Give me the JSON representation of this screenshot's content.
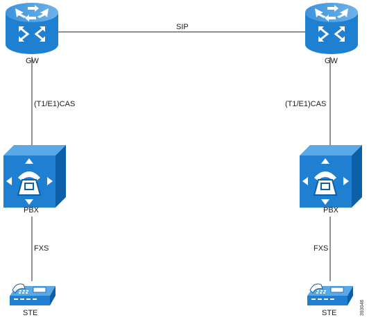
{
  "labels": {
    "gw_left": "GW",
    "gw_right": "GW",
    "sip_link": "SIP",
    "cas_left": "(T1/E1)CAS",
    "cas_right": "(T1/E1)CAS",
    "pbx_left": "PBX",
    "pbx_right": "PBX",
    "fxs_left": "FXS",
    "fxs_right": "FXS",
    "ste_left": "STE",
    "ste_right": "STE",
    "figure_id": "393046"
  },
  "icons": {
    "gateway": "router-icon",
    "pbx": "pbx-icon",
    "ste": "telephone-icon"
  },
  "colors": {
    "device_fill": "#1f7fd0",
    "device_dark": "#0d5fa8",
    "device_light": "#5aa9e6",
    "line": "#222222"
  }
}
